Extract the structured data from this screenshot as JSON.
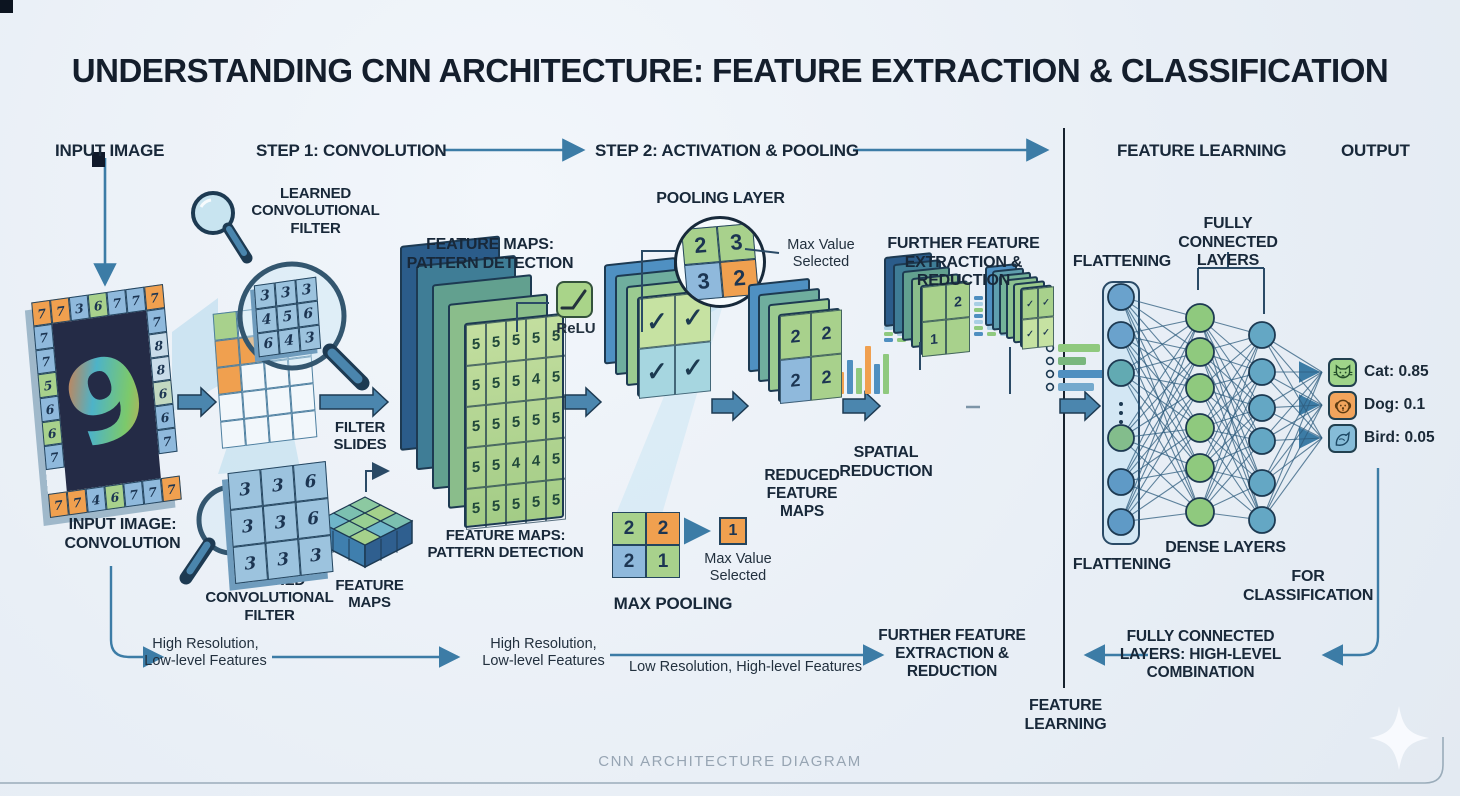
{
  "title": "UNDERSTANDING CNN ARCHITECTURE: FEATURE EXTRACTION & CLASSIFICATION",
  "footer": {
    "caption": "CNN ARCHITECTURE DIAGRAM"
  },
  "header": {
    "col_input": "INPUT IMAGE",
    "col_step1": "STEP 1: CONVOLUTION",
    "col_step2": "STEP 2: ACTIVATION & POOLING",
    "col_feature_learning": "FEATURE LEARNING",
    "col_output": "OUTPUT"
  },
  "input_image": {
    "caption": "INPUT IMAGE: CONVOLUTION",
    "digit": "9",
    "border_top": [
      [
        7,
        "o"
      ],
      [
        7,
        "o"
      ],
      [
        3,
        "b"
      ],
      [
        6,
        "g"
      ],
      [
        7,
        "b"
      ],
      [
        7,
        "b"
      ],
      [
        7,
        "o"
      ]
    ],
    "border_right": [
      [
        7,
        "b"
      ],
      [
        8,
        "p"
      ],
      [
        8,
        "p"
      ],
      [
        6,
        "pg"
      ],
      [
        6,
        "b"
      ],
      [
        7,
        "b"
      ]
    ],
    "border_left": [
      [
        7,
        "b"
      ],
      [
        7,
        "b"
      ],
      [
        5,
        "g"
      ],
      [
        6,
        "b"
      ],
      [
        6,
        "g"
      ],
      [
        7,
        "b"
      ]
    ],
    "border_bottom": [
      [
        7,
        "o"
      ],
      [
        7,
        "o"
      ],
      [
        4,
        "b"
      ],
      [
        6,
        "g"
      ],
      [
        7,
        "b"
      ],
      [
        7,
        "b"
      ],
      [
        7,
        "o"
      ]
    ]
  },
  "convolution": {
    "filter_label_top": "LEARNED CONVOLUTIONAL FILTER",
    "filter_label_bottom": "LEARNED CONVOLUTIONAL FILTER",
    "filter_slides_label": "FILTER SLIDES",
    "magnifier_grid": {
      "v": [
        [
          3,
          3,
          3
        ],
        [
          4,
          5,
          6
        ],
        [
          6,
          4,
          3
        ]
      ],
      "c": [
        [
          "fb",
          "fb",
          "fb"
        ],
        [
          "fb",
          "fb",
          "fb"
        ],
        [
          "fb",
          "fb",
          "fb"
        ]
      ]
    },
    "conv_grid": {
      "v": [
        [
          "",
          "",
          "",
          ""
        ],
        [
          "",
          "",
          "",
          ""
        ],
        [
          "",
          "",
          "",
          ""
        ],
        [
          "",
          "",
          "",
          ""
        ],
        [
          "",
          "",
          "",
          ""
        ]
      ],
      "c": [
        [
          "g",
          "w",
          "w",
          "w"
        ],
        [
          "o",
          "o",
          "w",
          "w"
        ],
        [
          "o",
          "w",
          "w",
          "w"
        ],
        [
          "w",
          "w",
          "w",
          "w"
        ],
        [
          "w",
          "w",
          "w",
          "w"
        ]
      ]
    },
    "filter_grid": {
      "v": [
        [
          3,
          3,
          6
        ],
        [
          3,
          3,
          6
        ],
        [
          3,
          3,
          3
        ]
      ],
      "c": [
        [
          "fb",
          "fb",
          "fb"
        ],
        [
          "fb",
          "fb",
          "fb"
        ],
        [
          "fb",
          "fb",
          "fb"
        ]
      ]
    },
    "feature_maps_cube_label": "FEATURE MAPS"
  },
  "feature_maps": {
    "label_top": "FEATURE MAPS: PATTERN DETECTION",
    "label_bottom": "FEATURE MAPS: PATTERN DETECTION",
    "relu_label": "ReLU",
    "front_grid": {
      "v": [
        [
          5,
          5,
          5,
          5,
          5
        ],
        [
          5,
          5,
          5,
          4,
          5
        ],
        [
          5,
          5,
          5,
          5,
          5
        ],
        [
          5,
          5,
          4,
          4,
          5
        ],
        [
          5,
          5,
          5,
          5,
          5
        ]
      ],
      "c": [
        [
          "fm",
          "fm",
          "fm",
          "fm",
          "fm"
        ],
        [
          "fm",
          "fm",
          "fm",
          "fm",
          "fm"
        ],
        [
          "fm",
          "fm",
          "fm",
          "fm",
          "fm"
        ],
        [
          "fm",
          "fm",
          "fm",
          "fm",
          "fm"
        ],
        [
          "fm",
          "fm",
          "fm",
          "fm",
          "fm"
        ]
      ]
    }
  },
  "activation": {
    "front_grid": {
      "v": [
        [
          "✓",
          "✓"
        ],
        [
          "✓",
          "✓"
        ]
      ],
      "c": [
        [
          "lg",
          "lg"
        ],
        [
          "lb",
          "lb"
        ]
      ]
    }
  },
  "pooling": {
    "layer_label": "POOLING LAYER",
    "max_value_label": "Max Value Selected",
    "circle_grid": {
      "v": [
        [
          2,
          3
        ],
        [
          3,
          2
        ]
      ],
      "c": [
        [
          "g",
          "g"
        ],
        [
          "b",
          "o"
        ]
      ]
    },
    "max_pooling_label": "MAX POOLING",
    "maxpool_grid": {
      "v": [
        [
          2,
          2
        ],
        [
          2,
          1
        ]
      ],
      "c": [
        [
          "g",
          "o"
        ],
        [
          "b",
          "g"
        ]
      ]
    },
    "maxpool_result_grid": {
      "v": [
        [
          1
        ]
      ],
      "c": [
        [
          "o"
        ]
      ]
    },
    "max_value_label_2": "Max Value Selected",
    "reduced_label": "REDUCED FEATURE MAPS",
    "reduced_grid": {
      "v": [
        [
          2,
          2
        ],
        [
          2,
          2
        ]
      ],
      "c": [
        [
          "g",
          "g"
        ],
        [
          "b",
          "g"
        ]
      ]
    },
    "spatial_reduction_label": "SPATIAL REDUCTION"
  },
  "further": {
    "label": "FURTHER FEATURE EXTRACTION & REDUCTION",
    "stack1_grid": {
      "v": [
        [
          "",
          2
        ],
        [
          1,
          ""
        ]
      ],
      "c": [
        [
          "g",
          "g"
        ],
        [
          "g",
          "g"
        ]
      ]
    },
    "stack2_grid": {
      "v": [
        [
          "✓",
          "✓"
        ],
        [
          "✓",
          "✓"
        ]
      ],
      "c": [
        [
          "g",
          "g"
        ],
        [
          "lg",
          "lg"
        ]
      ]
    }
  },
  "classifier": {
    "flattening_label_top": "FLATTENING",
    "flattening_label_bottom": "FLATTENING",
    "fully_connected_label": "FULLY CONNECTED LAYERS",
    "dense_layers_label": "DENSE LAYERS",
    "for_classification_label": "FOR CLASSIFICATION",
    "outputs": [
      {
        "name": "cat",
        "label": "Cat: 0.85",
        "color": "#9fd489"
      },
      {
        "name": "dog",
        "label": "Dog: 0.1",
        "color": "#f2a45c"
      },
      {
        "name": "bird",
        "label": "Bird: 0.05",
        "color": "#86bcd8"
      }
    ]
  },
  "annotations": {
    "high_res_1": "High Resolution,\nLow-level Features",
    "high_res_2": "High Resolution,\nLow-level Features",
    "low_res": "Low Resolution, High-level Features",
    "further_bottom": "FURTHER FEATURE EXTRACTION & REDUCTION",
    "fc_combination": "FULLY CONNECTED LAYERS: HIGH-LEVEL COMBINATION",
    "feature_learning_bottom": "FEATURE LEARNING"
  },
  "colors": {
    "accent_arrow": "#3c7ca6",
    "navy": "#1d3a52",
    "cell_orange": "#f0a04f",
    "cell_green": "#a8d18c",
    "cell_blue": "#8fb9dc"
  }
}
